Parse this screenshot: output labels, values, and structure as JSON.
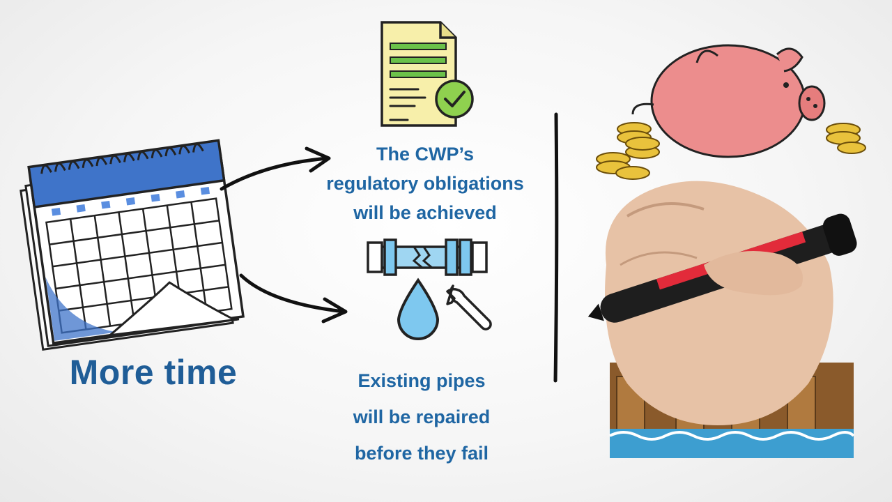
{
  "main": {
    "label": "More time"
  },
  "outcomes": [
    {
      "icon": "document-check-icon",
      "lines": [
        "The CWP’s",
        "regulatory obligations",
        "will be achieved"
      ]
    },
    {
      "icon": "pipe-repair-icon",
      "lines": [
        "Existing pipes",
        "will be repaired",
        "before they fail"
      ]
    }
  ],
  "colors": {
    "text_blue": "#1f66a3",
    "calendar_blue": "#3f74c9",
    "document_yellow": "#f7efaa",
    "check_green": "#8fd14f",
    "water_blue": "#7ec8ef",
    "piggy_pink": "#ec8d8d",
    "coin_gold": "#e9c23c"
  }
}
